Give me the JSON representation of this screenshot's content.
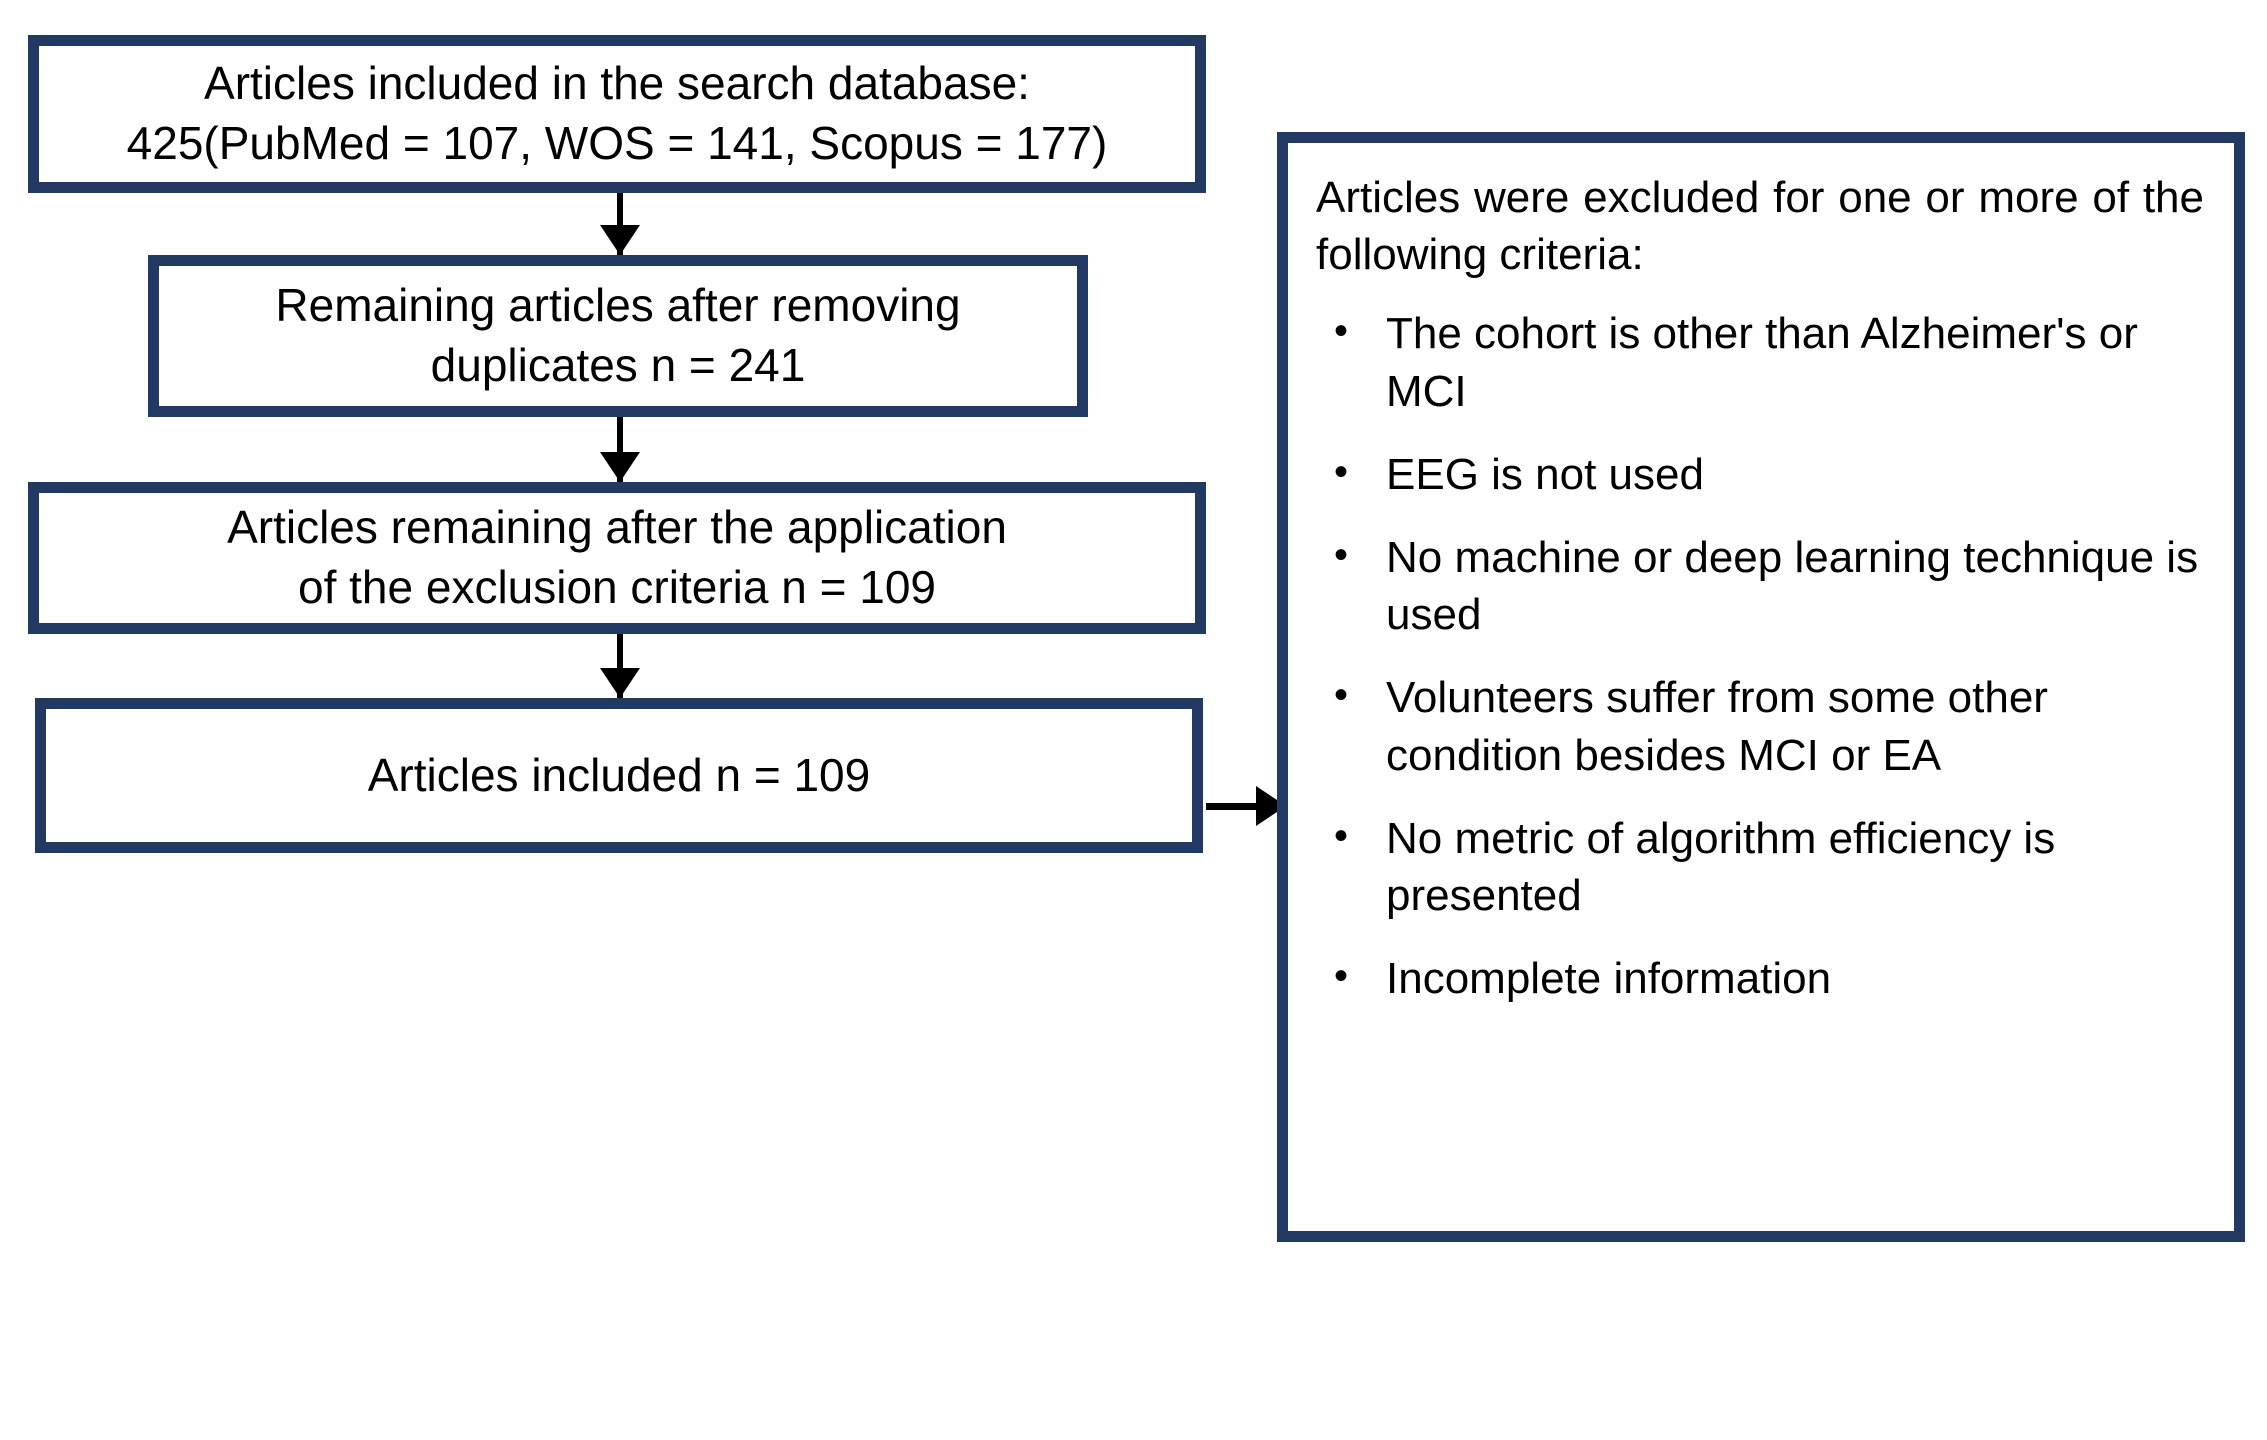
{
  "diagram": {
    "title": "PRISMA article selection flowchart",
    "accent_color": "#223A63",
    "text_color": "#000000",
    "background_color": "#FFFFFF",
    "bullet_glyph": "•"
  },
  "flow": {
    "boxes": [
      {
        "id": "search-database",
        "text": "Articles included in the search database:\n425(PubMed = 107, WOS = 141, Scopus = 177)"
      },
      {
        "id": "remove-duplicates",
        "text": "Remaining articles after removing\nduplicates n = 241"
      },
      {
        "id": "after-exclusion-criteria",
        "text": "Articles remaining after the application\nof the exclusion criteria n = 109"
      },
      {
        "id": "articles-included",
        "text": "Articles included n = 109"
      }
    ],
    "counts": {
      "total_found": 425,
      "pubmed": 107,
      "wos": 141,
      "scopus": 177,
      "after_duplicates": 241,
      "after_exclusion": 109,
      "included": 109
    }
  },
  "criteria_panel": {
    "heading": "Articles were excluded for one or more of the following criteria:",
    "items": [
      {
        "text": "The cohort is other than Alzheimer's or MCI"
      },
      {
        "text": "EEG is not used"
      },
      {
        "text": "No machine or deep learning technique is used"
      },
      {
        "text": "Volunteers suffer from some other condition besides MCI or EA"
      },
      {
        "text": "No metric of algorithm efficiency is presented"
      },
      {
        "text": "Incomplete information"
      }
    ]
  }
}
